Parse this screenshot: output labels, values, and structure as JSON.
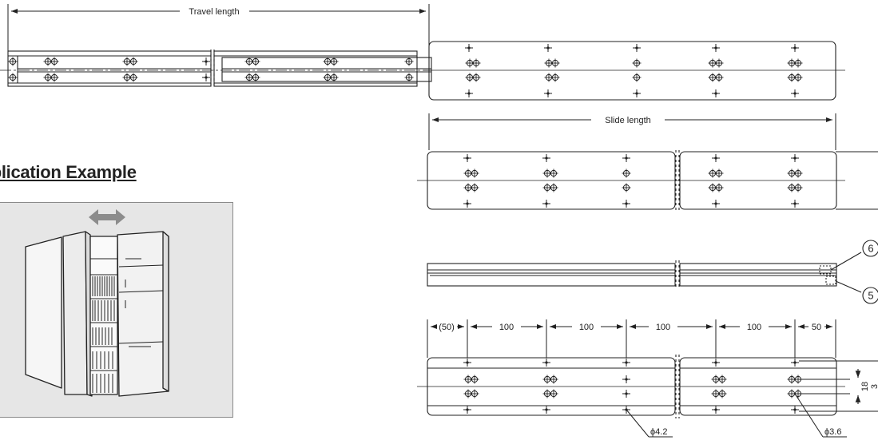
{
  "labels": {
    "travel_length": "Travel length",
    "slide_length": "Slide length",
    "application_example": "Application Example"
  },
  "dimensions": {
    "d1": "(50)",
    "d2": "100",
    "d3": "100",
    "d4": "100",
    "d5": "100",
    "d6": "50",
    "d7": "18",
    "d8": "3"
  },
  "callouts": {
    "hole_large": "ϕ4.2",
    "hole_small": "ϕ3.6",
    "c6": "6",
    "c5": "5"
  },
  "colors": {
    "line": "#222222",
    "panel": "#e6e6e6",
    "arrow": "#8c8c8c"
  }
}
